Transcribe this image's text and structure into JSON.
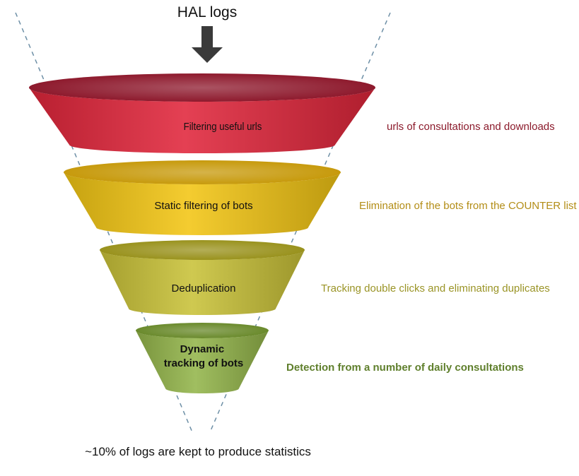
{
  "diagram": {
    "input_label": "HAL logs",
    "output_label": "~10% of logs are kept to produce statistics",
    "layers": [
      {
        "label_lines": [
          "Filtering useful urls"
        ],
        "description": "urls of consultations and downloads",
        "color": "#e0263b",
        "dark": "#8e1a2d",
        "desc_color": "#8b1a2b"
      },
      {
        "label_lines": [
          "Static filtering of bots"
        ],
        "description": "Elimination of the bots from the COUNTER list",
        "color": "#f2c514",
        "dark": "#c79a0c",
        "desc_color": "#b38d16"
      },
      {
        "label_lines": [
          "Deduplication"
        ],
        "description": "Tracking double clicks and eliminating duplicates",
        "color": "#c9c238",
        "dark": "#99921d",
        "desc_color": "#9a9426"
      },
      {
        "label_lines": [
          "Dynamic",
          "tracking of bots"
        ],
        "description": "Detection from a number of daily consultations",
        "color": "#93b54a",
        "dark": "#6a8a2c",
        "desc_color": "#5f7f2c",
        "bold": true
      }
    ]
  }
}
